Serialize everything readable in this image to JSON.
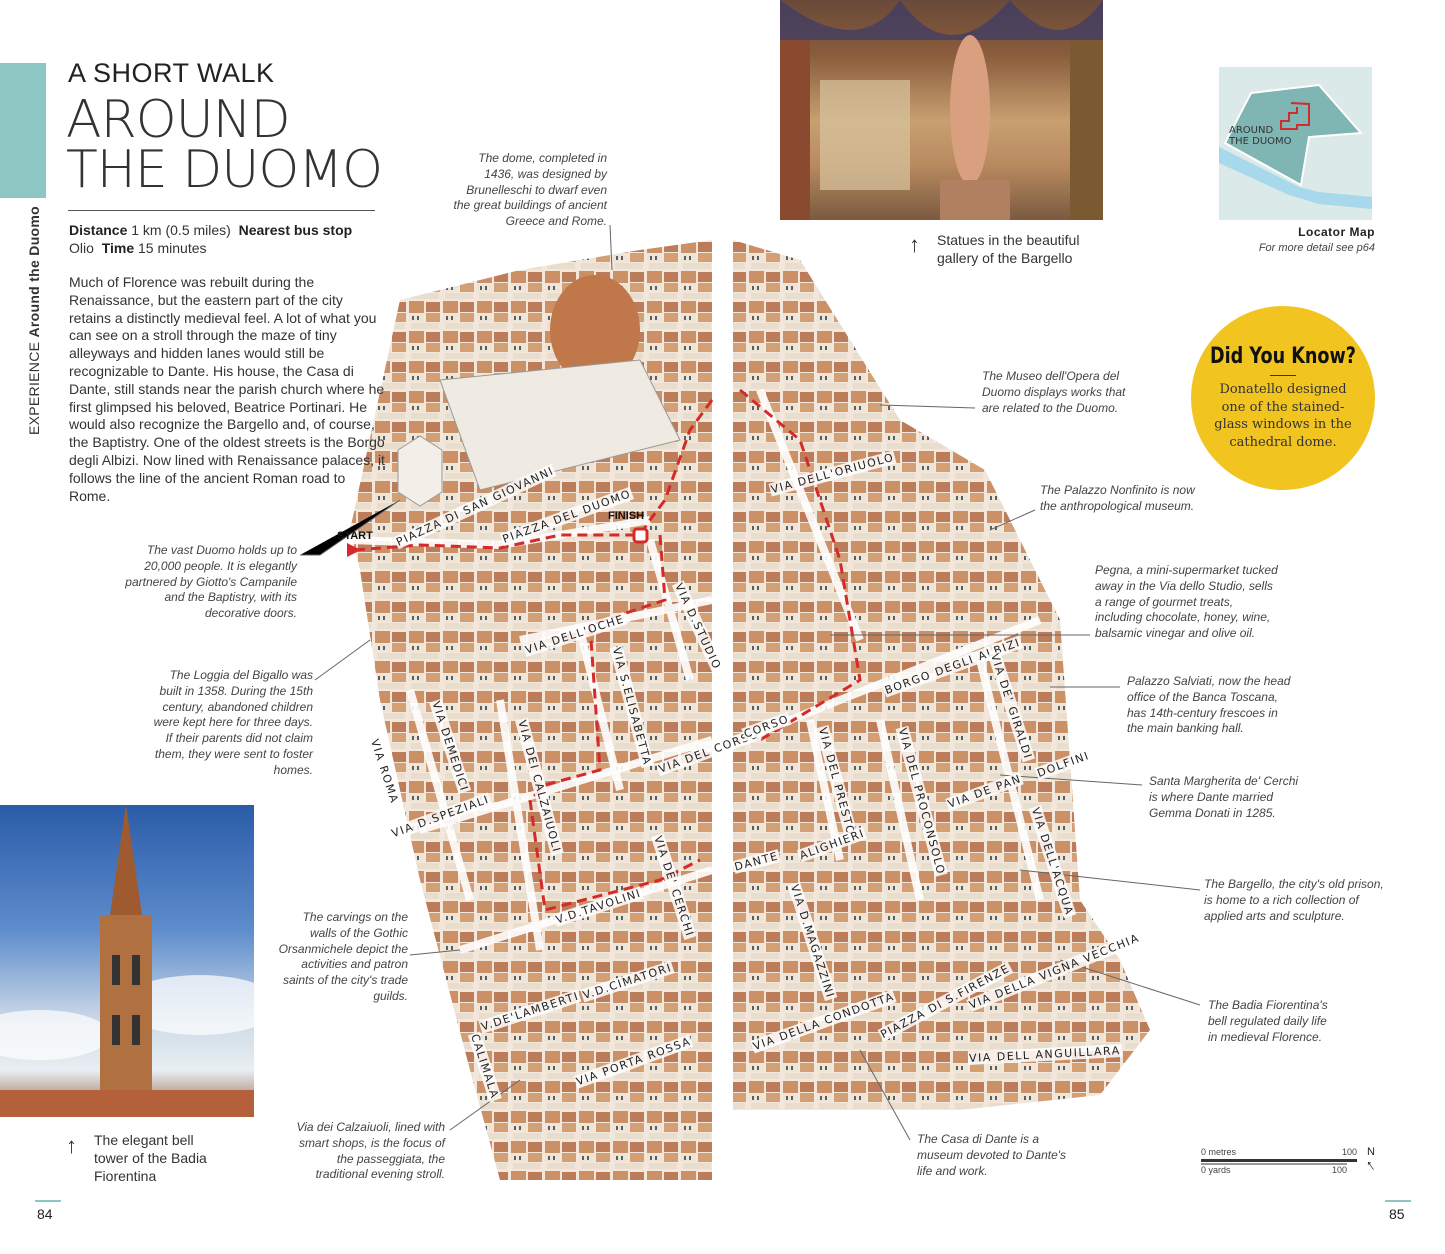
{
  "sidebar": {
    "section": "EXPERIENCE",
    "chapter": "Around the Duomo"
  },
  "header": {
    "kicker": "A SHORT WALK",
    "title_line1": "AROUND",
    "title_line2": "THE DUOMO"
  },
  "meta": {
    "distance_label": "Distance",
    "distance_value": "1 km (0.5 miles)",
    "bus_label": "Nearest bus stop",
    "bus_value": "Olio",
    "time_label": "Time",
    "time_value": "15 minutes"
  },
  "intro": "Much of Florence was rebuilt during the Renaissance, but the eastern part of the city retains a distinctly medieval feel. A lot of what you can see on a stroll through the maze of tiny alleyways and hidden lanes would still be recognizable to Dante. His house, the Casa di Dante, still stands near the parish church where he first glimpsed his beloved, Beatrice Portinari. He would also recognize the Bargello and, of course, the Baptistry. One of the oldest streets is the Borgo degli Albizi. Now lined with Renaissance palaces, it follows the line of the ancient Roman road to Rome.",
  "photos": {
    "bargello_caption": "Statues in the beautiful gallery of the Bargello",
    "bell_caption": "The elegant bell tower of the Badia Fiorentina"
  },
  "locator": {
    "map_label_1": "AROUND",
    "map_label_2": "THE DUOMO",
    "title": "Locator Map",
    "subtitle": "For more detail see p64"
  },
  "did_you_know": {
    "title": "Did You Know?",
    "text": "Donatello designed one of the stained-glass windows in the cathedral dome."
  },
  "annotations": {
    "dome": "The dome, completed in 1436, was designed by Brunelleschi to dwarf even the great buildings of ancient Greece and Rome.",
    "duomo": "The vast Duomo holds up to 20,000 people. It is elegantly partnered by Giotto's Campanile and the Baptistry, with its decorative doors.",
    "bigallo": "The Loggia del Bigallo was built in 1358. During the 15th century, abandoned children were kept here for three days. If their parents did not claim them, they were sent to foster homes.",
    "orsanmichele": "The carvings on the walls of the Gothic Orsanmichele depict the activities and patron saints of the city's trade guilds.",
    "calzaiuoli": "Via dei Calzaiuoli, lined with smart shops, is the focus of the passeggiata, the traditional evening stroll.",
    "museo": "The Museo dell'Opera del Duomo displays works that are related to the Duomo.",
    "nonfinito": "The Palazzo Nonfinito is now the anthropological museum.",
    "pegna": "Pegna, a mini-supermarket tucked away in the Via dello Studio, sells a range of gourmet treats, including chocolate, honey, wine, balsamic vinegar and olive oil.",
    "salviati": "Palazzo Salviati, now the head office of the Banca Toscana, has 14th-century frescoes in the main banking hall.",
    "margherita": "Santa Margherita de' Cerchi is where Dante married Gemma Donati in 1285.",
    "bargello": "The Bargello, the city's old prison, is home to a rich collection of applied arts and sculpture.",
    "badia": "The Badia Fiorentina's bell regulated daily life in medieval Florence.",
    "casa_dante": "The Casa di Dante is a museum devoted to Dante's life and work."
  },
  "route": {
    "start": "START",
    "finish": "FINISH"
  },
  "streets": [
    "PIAZZA DI SAN GIOVANNI",
    "PIAZZA DEL DUOMO",
    "VIA DELL'OCHE",
    "VIA D.STUDIO",
    "VIA ROMA",
    "VIA DEMEDICI",
    "VIA DEI CALZAIUOLI",
    "VIA S.ELISABETTA",
    "VIA D.SPEZIALI",
    "VIA DEL CORSO",
    "VIA DE' CERCHI",
    "V.D.TAVOLINI",
    "V.D.CIMATORI",
    "V.DE'LAMBERTI",
    "CALIMALA",
    "VIA PORTA ROSSA",
    "VIA DELL'ORIUOLO",
    "BORGO DEGLI ALBIZI",
    "VIA DE' GIRALDI",
    "CORSO",
    "VIA DEL PRESTO",
    "VIA DEL PROCONSOLO",
    "VIA DE PAN",
    "DOLFINI",
    "VIA DELL'ACQUA",
    "DANTE",
    "ALIGHIERI",
    "VIA D.MAGAZZINI",
    "VIA DELLA CONDOTTA",
    "PIAZZA DI S.FIRENZE",
    "VIA DELLA VIGNA VECCHIA",
    "VIA DELL ANGUILLARA"
  ],
  "scale": {
    "metres_label": "0 metres",
    "metres_max": "100",
    "yards_label": "0 yards",
    "yards_max": "100",
    "north": "N"
  },
  "pages": {
    "left": "84",
    "right": "85"
  },
  "colors": {
    "teal": "#8cc7c4",
    "yellow": "#f2c41f",
    "route": "#d42a2a",
    "roof": "#c98a5e"
  }
}
